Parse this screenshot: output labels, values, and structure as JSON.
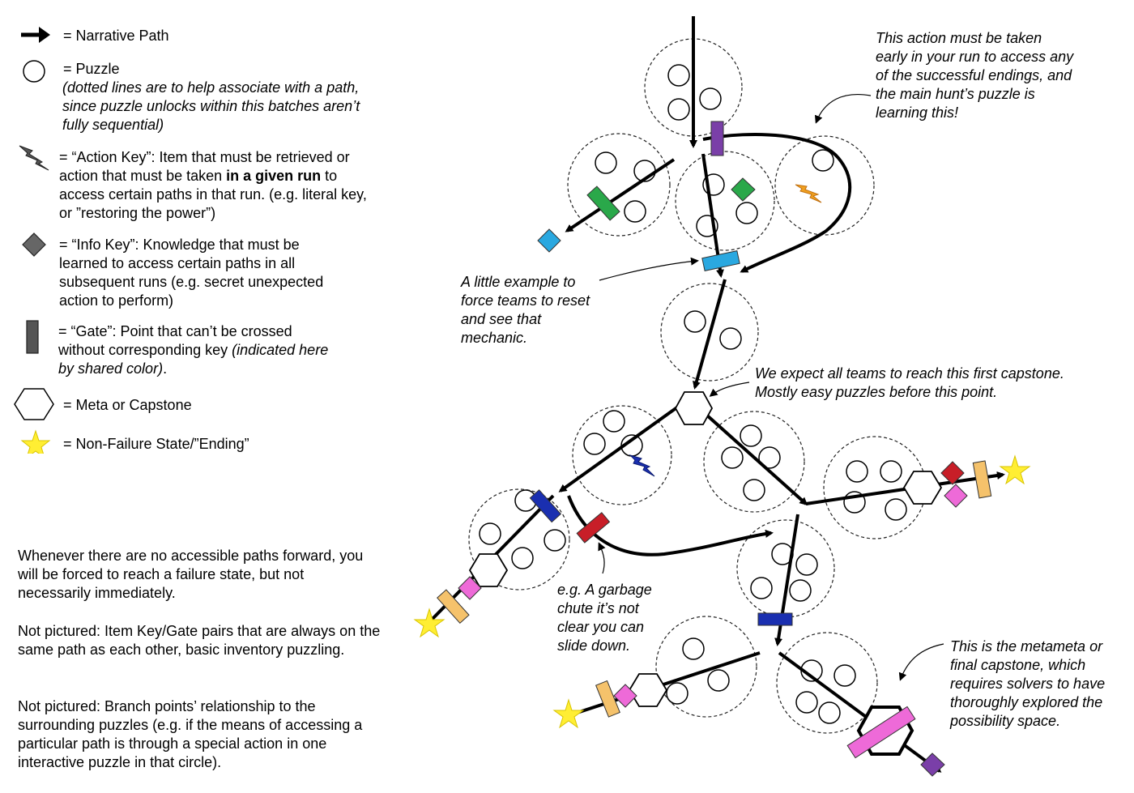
{
  "legend": {
    "narrative_path": "= Narrative Path",
    "puzzle": "= Puzzle",
    "puzzle_note": "(dotted lines are to help associate with a path, since puzzle unlocks within this batches aren’t fully sequential)",
    "action_key_prefix": "= “Action Key”: Item that must be retrieved or action that must be taken ",
    "action_key_bold": "in a given run",
    "action_key_suffix": " to access certain paths in that run. (e.g. literal key, or ”restoring the power”)",
    "info_key": "= “Info Key”: Knowledge that must be learned to access certain paths in all subsequent runs (e.g. secret unexpected action to perform)",
    "gate_prefix": "= “Gate”: Point that can’t be crossed without corresponding key ",
    "gate_italic": "(indicated here by shared color)",
    "gate_suffix": ".",
    "meta": "= Meta or Capstone",
    "ending": "= Non-Failure State/”Ending”"
  },
  "notes": {
    "failure": "Whenever there are no accessible paths forward, you will be forced to reach a failure state, but not necessarily immediately.",
    "not_pictured_1": "Not pictured: Item Key/Gate pairs that are always on the same path as each other, basic inventory puzzling.",
    "not_pictured_2": "Not pictured: Branch points’ relationship to the surrounding puzzles (e.g. if the means of accessing a particular path is through a special action in one interactive puzzle in that circle)."
  },
  "annotations": {
    "action_early": "This action must be taken early in your run to access any of the successful endings, and the main hunt’s puzzle is learning this!",
    "reset_example": "A little example to force teams to reset and see that mechanic.",
    "first_capstone": "We expect all teams to reach this first capstone. Mostly easy puzzles before this point.",
    "garbage_chute": "e.g. A garbage chute it’s not clear you can slide down.",
    "metameta": "This is the metameta or final capstone, which requires solvers to have thoroughly explored the possibility space."
  },
  "colors": {
    "purple": "#7a3fa8",
    "green": "#2aa84a",
    "blue_light": "#2aa8e0",
    "blue_dark": "#1a2fb0",
    "red": "#c81e28",
    "pink": "#ee6ad8",
    "gold": "#f5c26b",
    "yellow_star": "#ffee33",
    "gray": "#555555",
    "orange_bolt": "#f0a020"
  }
}
